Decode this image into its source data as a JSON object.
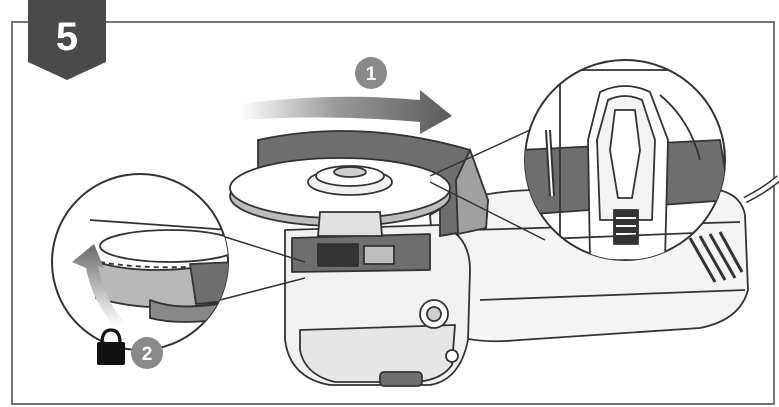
{
  "step": {
    "number": "5"
  },
  "callouts": [
    {
      "number": "1",
      "meaning": "rotate guard"
    },
    {
      "number": "2",
      "meaning": "lock"
    }
  ],
  "icons": {
    "rotation_arrow": "curved-arrow-icon",
    "lock": "padlock-icon",
    "magnifier_left": "detail-magnifier",
    "magnifier_right": "detail-magnifier"
  },
  "colors": {
    "badge": "#4a4a4a",
    "callout": "#8a8a8a",
    "frame": "#555555",
    "line": "#333333",
    "shade": "#b8b8b8",
    "dark_shade": "#6e6e6e"
  }
}
